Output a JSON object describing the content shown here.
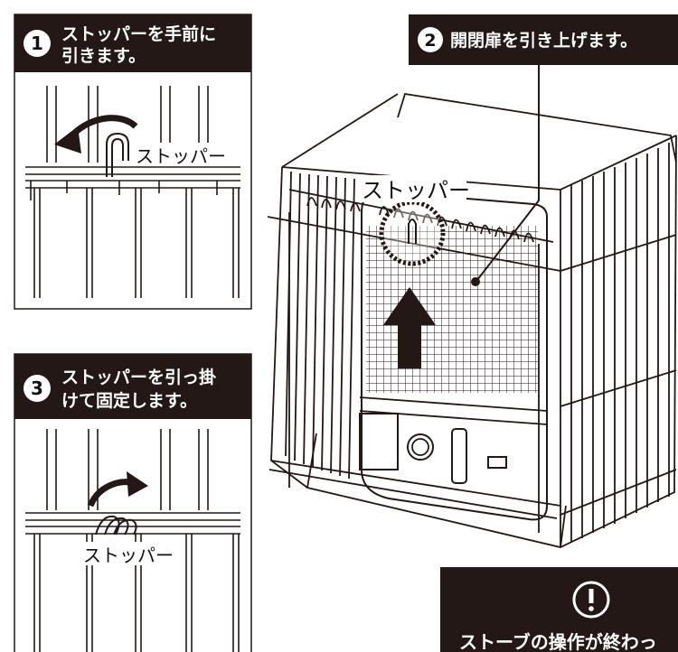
{
  "step1": {
    "number": "1",
    "line1": "ストッパーを手前に",
    "line2": "引きます。",
    "stopper_label": "ストッパー"
  },
  "step2": {
    "number": "2",
    "text": "開閉扉を引き上げます。",
    "stopper_label": "ストッパー"
  },
  "step3": {
    "number": "3",
    "line1": "ストッパーを引っ掛",
    "line2": "けて固定します。",
    "stopper_label": "ストッパー"
  },
  "warning": {
    "icon": "exclamation-circle-icon",
    "text": "ストーブの操作が終わっ"
  },
  "colors": {
    "header_bg": "#231815",
    "line": "#231815",
    "background": "#ffffff"
  }
}
